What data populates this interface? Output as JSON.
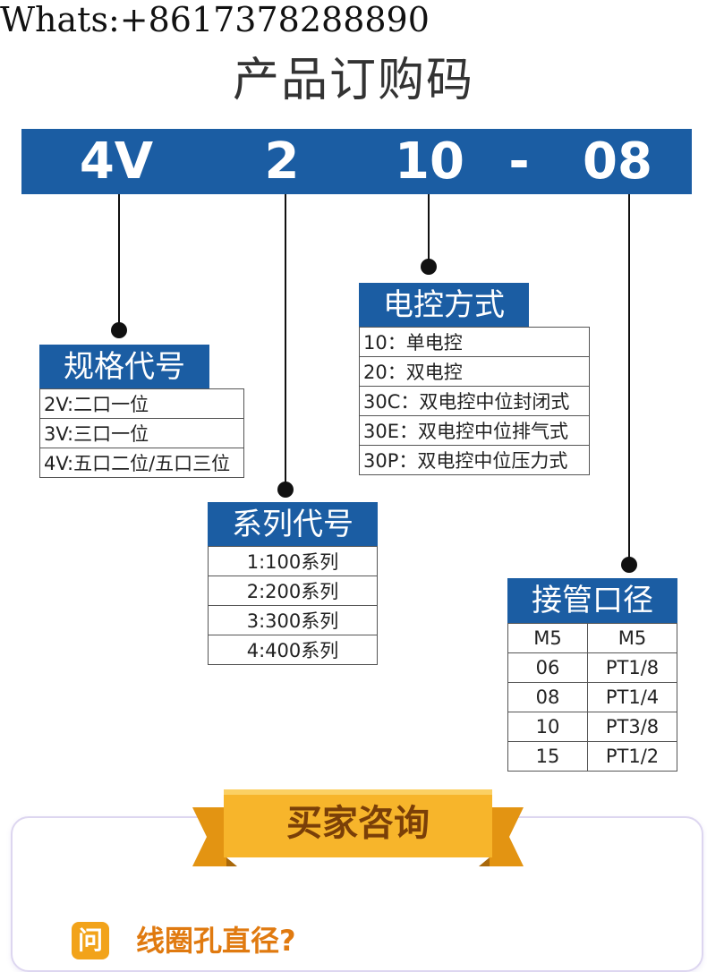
{
  "contact": "Whats:+8617378288890",
  "title": "产品订购码",
  "code": {
    "part1": "4V",
    "part2": "2",
    "part3": "10",
    "sep": "-",
    "part4": "08"
  },
  "spec": {
    "header": "规格代号",
    "rows": [
      "2V:二口一位",
      "3V:三口一位",
      "4V:五口二位/五口三位"
    ]
  },
  "series": {
    "header": "系列代号",
    "rows": [
      "1:100系列",
      "2:200系列",
      "3:300系列",
      "4:400系列"
    ]
  },
  "control": {
    "header": "电控方式",
    "rows": [
      "10：单电控",
      "20：双电控",
      "30C：双电控中位封闭式",
      "30E：双电控中位排气式",
      "30P：双电控中位压力式"
    ]
  },
  "port": {
    "header": "接管口径",
    "rows": [
      [
        "M5",
        "M5"
      ],
      [
        "06",
        "PT1/8"
      ],
      [
        "08",
        "PT1/4"
      ],
      [
        "10",
        "PT3/8"
      ],
      [
        "15",
        "PT1/2"
      ]
    ]
  },
  "consult": {
    "banner": "买家咨询",
    "icon": "问",
    "question": "线圈孔直径?"
  },
  "colors": {
    "blue": "#1b5da3",
    "orange": "#f2a31a",
    "banner_orange": "#f7b52b"
  }
}
